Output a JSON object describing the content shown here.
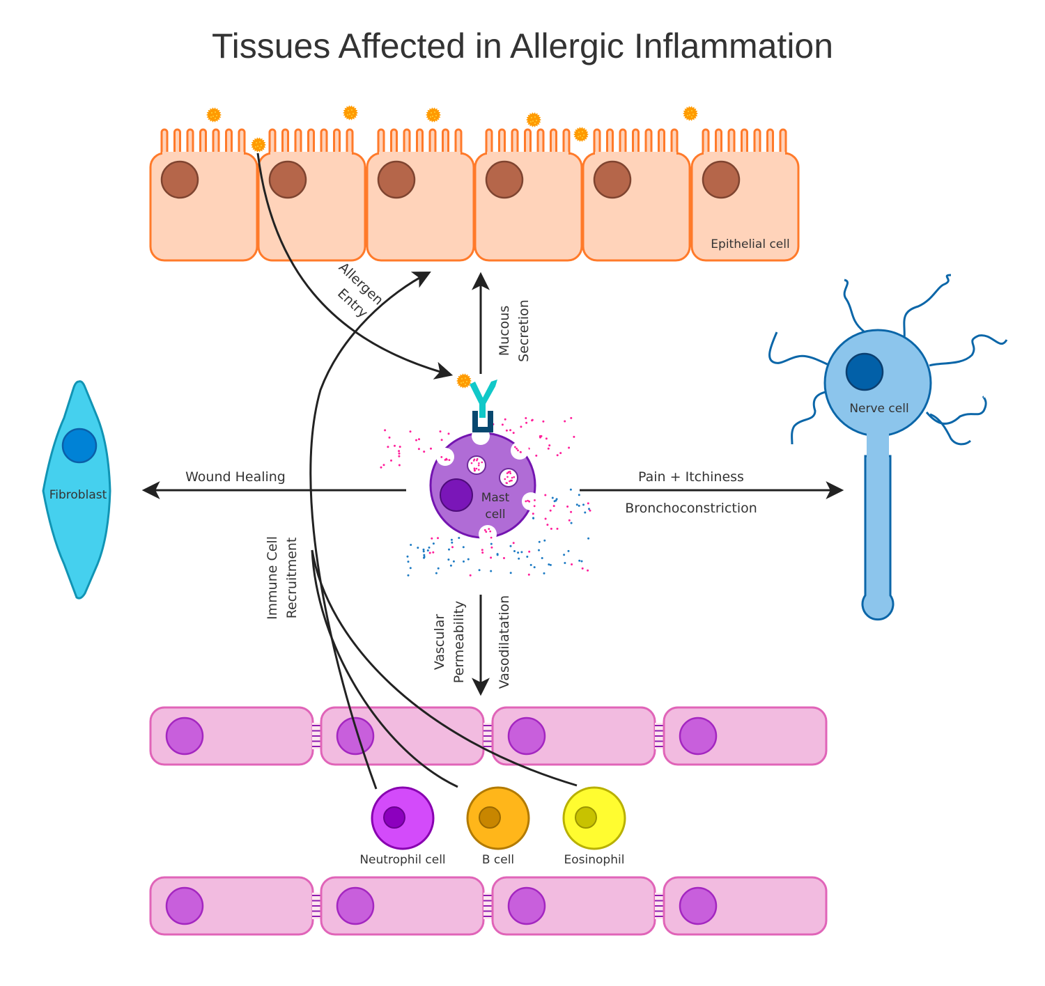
{
  "title": "Tissues Affected in Allergic Inflammation",
  "colors": {
    "epithelial_fill": "#FFD3BA",
    "epithelial_stroke": "#FF7A2A",
    "epithelial_nucleus": "#B5664A",
    "epithelial_nucleus_stroke": "#7E4430",
    "allergen": "#FF9A00",
    "allergen_dots": "#FFD33A",
    "mast_fill": "#B06CD6",
    "mast_stroke": "#7314B0",
    "mast_nucleus": "#7A16B8",
    "granule_pink": "#FF1E9A",
    "granule_blue": "#1E7BC3",
    "antibody": "#11C8C8",
    "receptor": "#08486F",
    "fibroblast_fill": "#45D0EE",
    "fibroblast_stroke": "#1194B4",
    "fibroblast_nucleus": "#0082D6",
    "nerve_fill": "#8CC5EC",
    "nerve_stroke": "#0B66A8",
    "nerve_nucleus": "#0260A8",
    "endothelial_fill": "#F2BBE0",
    "endothelial_stroke": "#E064B8",
    "endothelial_nucleus": "#C85FDC",
    "endothelial_nucleus_stroke": "#A326C0",
    "neutrophil_fill": "#D34BFA",
    "neutrophil_nucleus": "#8C00BE",
    "bcell_fill": "#FFB61A",
    "bcell_nucleus": "#C88600",
    "eosinophil_fill": "#FFFC30",
    "eosinophil_nucleus": "#C8C200",
    "arrow": "#222222",
    "text": "#333333"
  },
  "cells": {
    "epithelial": "Epithelial cell",
    "mast_line1": "Mast",
    "mast_line2": "cell",
    "fibroblast": "Fibroblast",
    "nerve": "Nerve cell",
    "neutrophil": "Neutrophil cell",
    "bcell": "B cell",
    "eosinophil": "Eosinophil"
  },
  "edges": {
    "allergen_entry_line1": "Allergen",
    "allergen_entry_line2": "Entry",
    "mucous_line1": "Mucous",
    "mucous_line2": "Secretion",
    "wound_healing": "Wound Healing",
    "pain_itchiness": "Pain + Itchiness",
    "bronchoconstriction": "Bronchoconstriction",
    "immune_line1": "Immune Cell",
    "immune_line2": "Recruitment",
    "vascular_line1": "Vascular",
    "vascular_line2": "Permeability",
    "vasodilatation": "Vasodilatation"
  }
}
